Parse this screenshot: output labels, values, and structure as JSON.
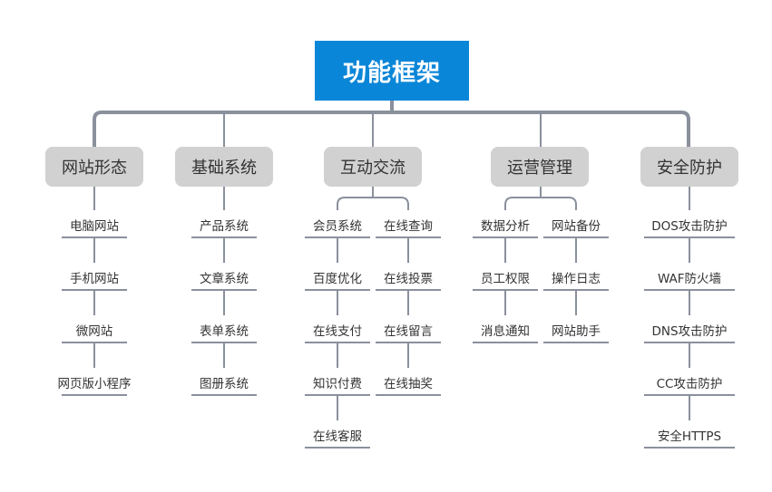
{
  "root": {
    "label": "功能框架"
  },
  "categories": [
    {
      "label": "网站形态",
      "items": [
        "电脑网站",
        "手机网站",
        "微网站",
        "网页版小程序"
      ]
    },
    {
      "label": "基础系统",
      "items": [
        "产品系统",
        "文章系统",
        "表单系统",
        "图册系统"
      ]
    },
    {
      "label": "互动交流",
      "columns": [
        [
          "会员系统",
          "百度优化",
          "在线支付",
          "知识付费",
          "在线客服"
        ],
        [
          "在线查询",
          "在线投票",
          "在线留言",
          "在线抽奖"
        ]
      ]
    },
    {
      "label": "运营管理",
      "columns": [
        [
          "数据分析",
          "员工权限",
          "消息通知"
        ],
        [
          "网站备份",
          "操作日志",
          "网站助手"
        ]
      ]
    },
    {
      "label": "安全防护",
      "items": [
        "DOS攻击防护",
        "WAF防火墙",
        "DNS攻击防护",
        "CC攻击防护",
        "安全HTTPS"
      ]
    }
  ],
  "colors": {
    "root_bg": "#0a86d8",
    "category_bg": "#d1d1d1",
    "connector": "#8a909c",
    "text": "#333333"
  }
}
